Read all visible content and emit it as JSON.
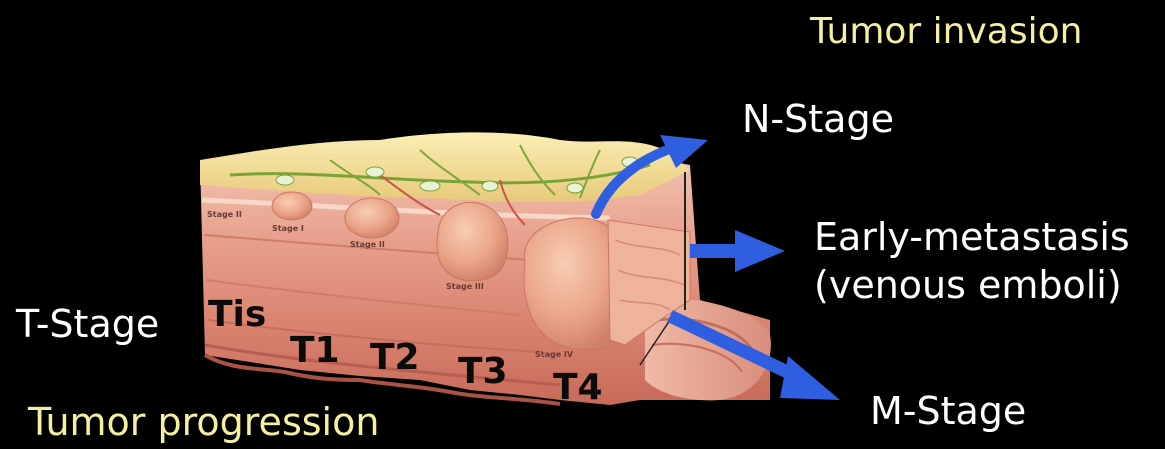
{
  "labels": {
    "tumor_invasion": "Tumor invasion",
    "n_stage": "N-Stage",
    "early_metastasis_line1": "Early-metastasis",
    "early_metastasis_line2": "(venous emboli)",
    "t_stage": "T-Stage",
    "m_stage": "M-Stage",
    "tumor_progression": "Tumor progression"
  },
  "t_stages": [
    "Tis",
    "T1",
    "T2",
    "T3",
    "T4"
  ],
  "figure_stage_labels": [
    "Stage II",
    "Stage I",
    "Stage II",
    "Stage III",
    "Stage IV"
  ],
  "colors": {
    "background": "#000000",
    "caption_yellow": "#f4f0a0",
    "arrow_blue": "#2f5fe0",
    "tissue_pink": "#e9a592",
    "fat_yellow": "#f1dc8c"
  }
}
